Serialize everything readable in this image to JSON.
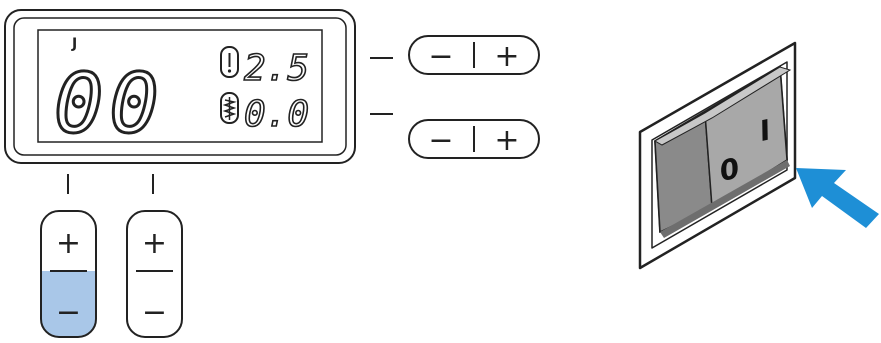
{
  "display": {
    "mode_letter": "J",
    "pattern_number": "00",
    "stitch_width": "2.5",
    "stitch_length": "0.0"
  },
  "width_control": {
    "minus": "−",
    "plus": "+"
  },
  "length_control": {
    "minus": "−",
    "plus": "+"
  },
  "left_stepper": {
    "plus": "+",
    "minus": "−",
    "highlighted_half": "minus",
    "highlight_color": "#a9c7e8"
  },
  "right_stepper": {
    "plus": "+",
    "minus": "−"
  },
  "power_switch": {
    "off_label": "0",
    "on_label": "I",
    "arrow_color": "#1e8fd6"
  }
}
